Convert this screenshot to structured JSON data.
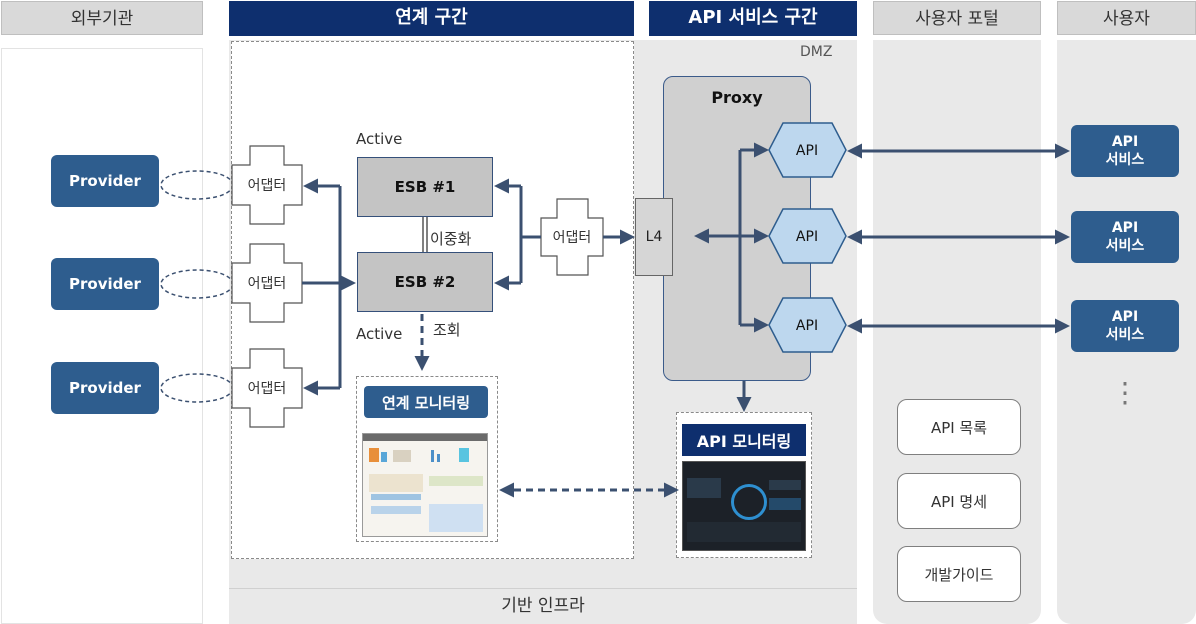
{
  "headers": {
    "external": "외부기관",
    "integration": "연계 구간",
    "api_service": "API 서비스 구간",
    "portal": "사용자 포털",
    "user": "사용자"
  },
  "dmz_label": "DMZ",
  "infra_label": "기반 인프라",
  "providers": [
    "Provider",
    "Provider",
    "Provider"
  ],
  "adapters": [
    "어댑터",
    "어댑터",
    "어댑터",
    "어댑터"
  ],
  "esb": {
    "esb1": "ESB #1",
    "esb2": "ESB #2",
    "active_top": "Active",
    "active_bottom": "Active",
    "duplex": "이중화",
    "query": "조회"
  },
  "integration_monitoring": "연계 모니터링",
  "proxy": {
    "title": "Proxy",
    "l4": "L4",
    "apis": [
      "API",
      "API",
      "API"
    ]
  },
  "api_monitoring": "API 모니터링",
  "portal_items": [
    "API 목록",
    "API 명세",
    "개발가이드"
  ],
  "api_services": [
    {
      "line1": "API",
      "line2": "서비스"
    },
    {
      "line1": "API",
      "line2": "서비스"
    },
    {
      "line1": "API",
      "line2": "서비스"
    }
  ],
  "more": "⋮"
}
